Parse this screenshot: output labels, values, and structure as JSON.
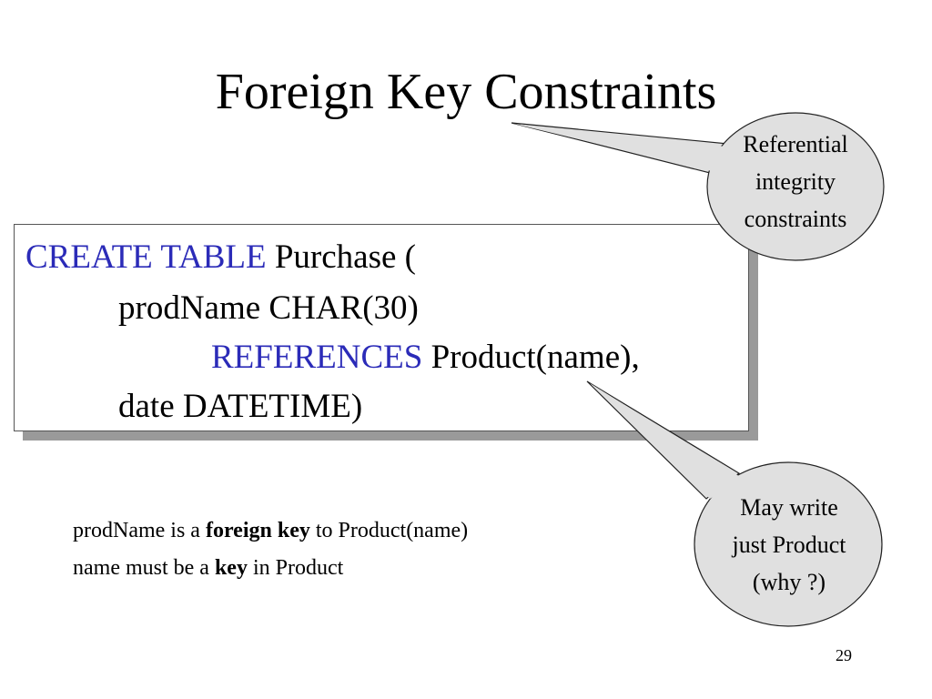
{
  "title": "Foreign Key Constraints",
  "code": {
    "line1": {
      "keyword": "CREATE TABLE",
      "rest": "Purchase ("
    },
    "line2": {
      "text": "prodName CHAR(30)"
    },
    "line3": {
      "keyword": "REFERENCES",
      "rest": "Product(name),"
    },
    "line4": {
      "text": "date DATETIME)"
    }
  },
  "notes": {
    "line1": {
      "before": "prodName is a",
      "bold": "foreign key",
      "after": "to Product(name)"
    },
    "line2": {
      "before": "name must be a",
      "bold": "key",
      "after": "in Product"
    }
  },
  "callouts": {
    "top": [
      "Referential",
      "integrity",
      "constraints"
    ],
    "bottom": [
      "May write",
      "just Product",
      "(why ?)"
    ]
  },
  "page_number": "29",
  "colors": {
    "keyword": "#2b2bb8",
    "callout_fill": "#e0e0e0",
    "box_shadow": "#9a9a9a"
  }
}
